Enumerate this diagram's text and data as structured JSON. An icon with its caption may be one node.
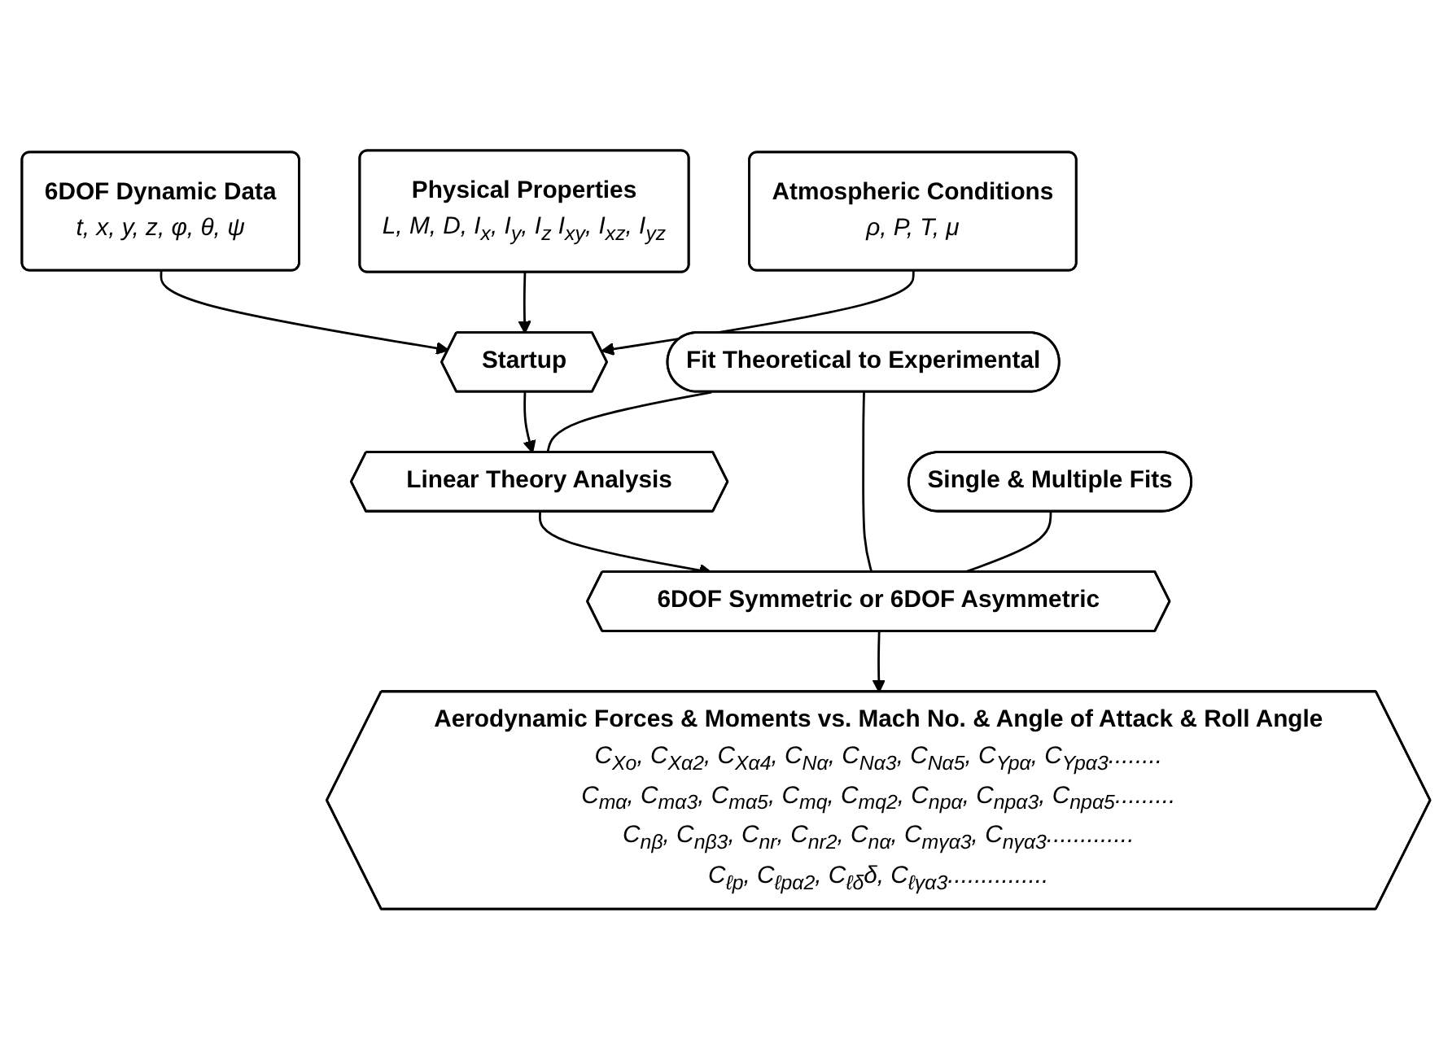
{
  "diagram": {
    "nodes": [
      {
        "text": [
          "6DOF Dynamic Data",
          "t, x, y, z, φ, θ, ψ"
        ]
      },
      {
        "text": [
          "Physical Properties",
          "L, M, D, I$_{x}$, I$_{y}$, I$_{z}$ I$_{xy}$, I$_{xz}$, I$_{yz}$"
        ]
      },
      {
        "text": [
          "Startup"
        ]
      },
      {
        "text": [
          "Atmospheric Conditions",
          "ρ, P, T, μ"
        ]
      },
      {
        "text": [
          "Linear Theory Analysis"
        ]
      },
      {
        "text": [
          "Fit Theoretical to Experimental"
        ]
      },
      {
        "text": [
          "6DOF Symmetric or 6DOF Asymmetric"
        ]
      },
      {
        "text": [
          "Single & Multiple Fits"
        ]
      },
      {
        "text": [
          "Aerodynamic Forces & Moments vs. Mach No. & Angle of Attack & Roll Angle",
          "C$_{Xo}$, C$_{Xα2}$, C$_{Xα4}$, C$_{Nα}$, C$_{Nα3}$, C$_{Nα5}$, C$_{Ypα}$, C$_{Ypα3}$........",
          "C$_{mα}$, C$_{mα3}$, C$_{mα5}$, C$_{mq}$, C$_{mq2}$, C$_{npα}$, C$_{npα3}$, C$_{npα5}$.........",
          "C$_{nβ}$, C$_{nβ3}$, C$_{nr}$, C$_{nr2}$, C$_{nα}$, C$_{mγα3}$, C$_{nγα3}$.............",
          "C$_{ℓp}$, C$_{ℓpα2}$, C$_{ℓδ}$δ, C$_{ℓγα3}$..............."
        ]
      }
    ],
    "edges": [
      {
        "from": 0,
        "to": 2,
        "arrow": "to"
      },
      {
        "from": 1,
        "to": 2,
        "arrow": "to"
      },
      {
        "from": 3,
        "to": 2,
        "arrow": "to"
      },
      {
        "from": 2,
        "to": 4,
        "arrow": "to"
      },
      {
        "from": 4,
        "to": 6,
        "arrow": "to"
      },
      {
        "from": 5,
        "to": 4,
        "arrow": "none"
      },
      {
        "from": 5,
        "to": 6,
        "arrow": "none"
      },
      {
        "from": 7,
        "to": 6,
        "arrow": "none"
      },
      {
        "from": 6,
        "to": 8,
        "arrow": "to"
      }
    ]
  }
}
